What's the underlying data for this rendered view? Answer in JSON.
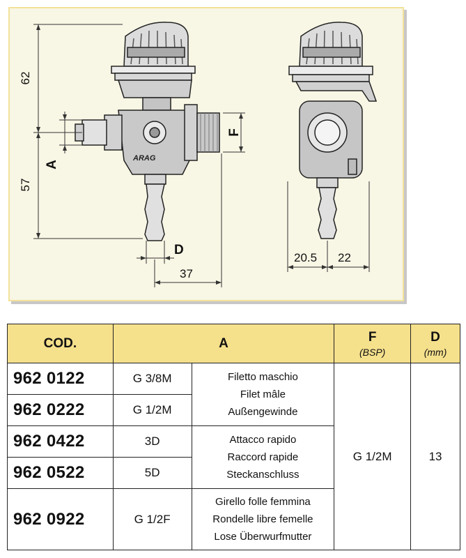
{
  "drawing": {
    "dims": {
      "height_top": "62",
      "height_bottom": "57",
      "a": "A",
      "f": "F",
      "d": "D",
      "width_37": "37",
      "width_20_5": "20.5",
      "width_22": "22"
    },
    "logo_text": "ARAG"
  },
  "table": {
    "headers": {
      "cod": "COD.",
      "a": "A",
      "f": "F",
      "f_sub": "(BSP)",
      "d": "D",
      "d_sub": "(mm)"
    },
    "f_value": "G 1/2M",
    "d_value": "13",
    "rows": [
      {
        "code": "962 0122",
        "a": "G 3/8M"
      },
      {
        "code": "962 0222",
        "a": "G 1/2M"
      },
      {
        "code": "962 0422",
        "a": "3D"
      },
      {
        "code": "962 0522",
        "a": "5D"
      },
      {
        "code": "962 0922",
        "a": "G 1/2F"
      }
    ],
    "groups": [
      {
        "lines": [
          "Filetto maschio",
          "Filet mâle",
          "Außengewinde"
        ]
      },
      {
        "lines": [
          "Attacco rapido",
          "Raccord rapide",
          "Steckanschluss"
        ]
      },
      {
        "lines": [
          "Girello folle femmina",
          "Rondelle libre femelle",
          "Lose Überwurfmutter"
        ]
      }
    ]
  },
  "colors": {
    "header_bg": "#f5e08c",
    "panel_bg": "#f8f6e4",
    "panel_border": "#f2e29a"
  }
}
